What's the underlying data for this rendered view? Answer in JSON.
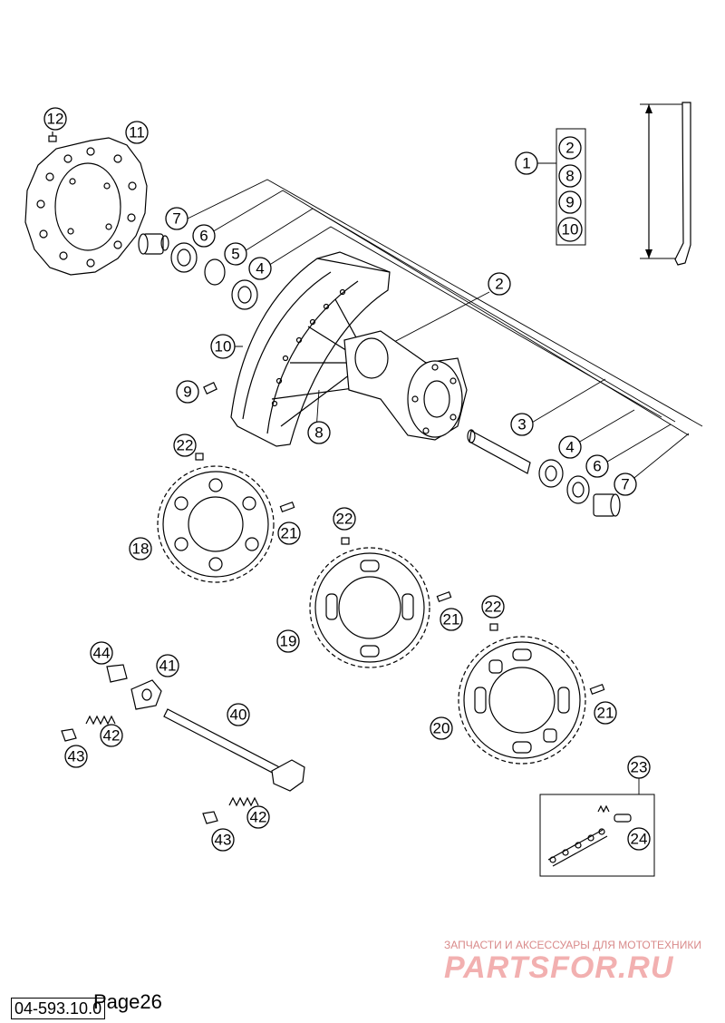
{
  "callouts": [
    {
      "id": "c12",
      "label": "12"
    },
    {
      "id": "c11",
      "label": "11"
    },
    {
      "id": "c7a",
      "label": "7"
    },
    {
      "id": "c6a",
      "label": "6"
    },
    {
      "id": "c5",
      "label": "5"
    },
    {
      "id": "c4a",
      "label": "4"
    },
    {
      "id": "c2",
      "label": "2"
    },
    {
      "id": "c10",
      "label": "10"
    },
    {
      "id": "c9",
      "label": "9"
    },
    {
      "id": "c8",
      "label": "8"
    },
    {
      "id": "c3",
      "label": "3"
    },
    {
      "id": "c4b",
      "label": "4"
    },
    {
      "id": "c6b",
      "label": "6"
    },
    {
      "id": "c7b",
      "label": "7"
    },
    {
      "id": "c1",
      "label": "1"
    },
    {
      "id": "k2",
      "label": "2"
    },
    {
      "id": "k8",
      "label": "8"
    },
    {
      "id": "k9",
      "label": "9"
    },
    {
      "id": "k10",
      "label": "10"
    },
    {
      "id": "c22a",
      "label": "22"
    },
    {
      "id": "c21a",
      "label": "21"
    },
    {
      "id": "c18",
      "label": "18"
    },
    {
      "id": "c22b",
      "label": "22"
    },
    {
      "id": "c21b",
      "label": "21"
    },
    {
      "id": "c19",
      "label": "19"
    },
    {
      "id": "c22c",
      "label": "22"
    },
    {
      "id": "c21c",
      "label": "21"
    },
    {
      "id": "c20",
      "label": "20"
    },
    {
      "id": "c44",
      "label": "44"
    },
    {
      "id": "c41",
      "label": "41"
    },
    {
      "id": "c40",
      "label": "40"
    },
    {
      "id": "c42a",
      "label": "42"
    },
    {
      "id": "c43a",
      "label": "43"
    },
    {
      "id": "c42b",
      "label": "42"
    },
    {
      "id": "c43b",
      "label": "43"
    },
    {
      "id": "c23",
      "label": "23"
    },
    {
      "id": "c24",
      "label": "24"
    }
  ],
  "watermark": {
    "tagline": "ЗАПЧАСТИ И АКСЕССУАРЫ ДЛЯ МОТОТЕХНИКИ",
    "brand": "PARTSFOR.RU"
  },
  "footer": {
    "doc_code": "04-593.10.0",
    "page": "Page26"
  }
}
